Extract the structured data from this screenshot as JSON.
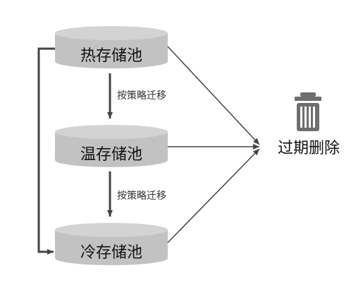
{
  "pools": {
    "hot": {
      "label": "热存储池"
    },
    "warm": {
      "label": "温存储池"
    },
    "cold": {
      "label": "冷存储池"
    }
  },
  "edges": {
    "hot_to_warm": {
      "label": "按策略迁移"
    },
    "warm_to_cold": {
      "label": "按策略迁移"
    }
  },
  "delete_target": {
    "label": "过期删除",
    "icon": "trash-icon"
  },
  "colors": {
    "cylinder_top": "#d3d3d3",
    "cylinder_body": "#c2c2c2",
    "line": "#444444",
    "icon": "#6e6e6e"
  }
}
